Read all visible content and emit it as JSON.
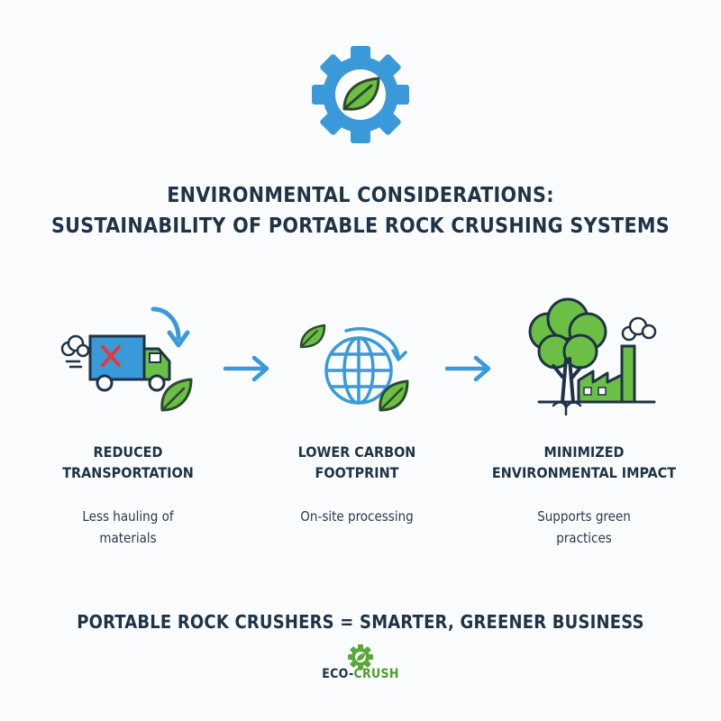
{
  "title": {
    "line1": "ENVIRONMENTAL CONSIDERATIONS:",
    "line2": "SUSTAINABILITY OF PORTABLE ROCK CRUSHING SYSTEMS"
  },
  "steps": [
    {
      "icon": "truck-icon",
      "label_line1": "REDUCED",
      "label_line2": "TRANSPORTATION",
      "desc_line1": "Less hauling of",
      "desc_line2": "materials"
    },
    {
      "icon": "globe-icon",
      "label_line1": "LOWER CARBON",
      "label_line2": "FOOTPRINT",
      "desc_line1": "On-site processing",
      "desc_line2": ""
    },
    {
      "icon": "tree-factory-icon",
      "label_line1": "MINIMIZED",
      "label_line2": "ENVIRONMENTAL IMPACT",
      "desc_line1": "Supports green",
      "desc_line2": "practices"
    }
  ],
  "footer": "PORTABLE ROCK CRUSHERS = SMARTER, GREENER BUSINESS",
  "brand": {
    "part1": "ECO-",
    "part2": "CRUSH"
  },
  "colors": {
    "blue": "#3a9ad9",
    "green": "#5aa83a",
    "dark": "#1f3347"
  }
}
